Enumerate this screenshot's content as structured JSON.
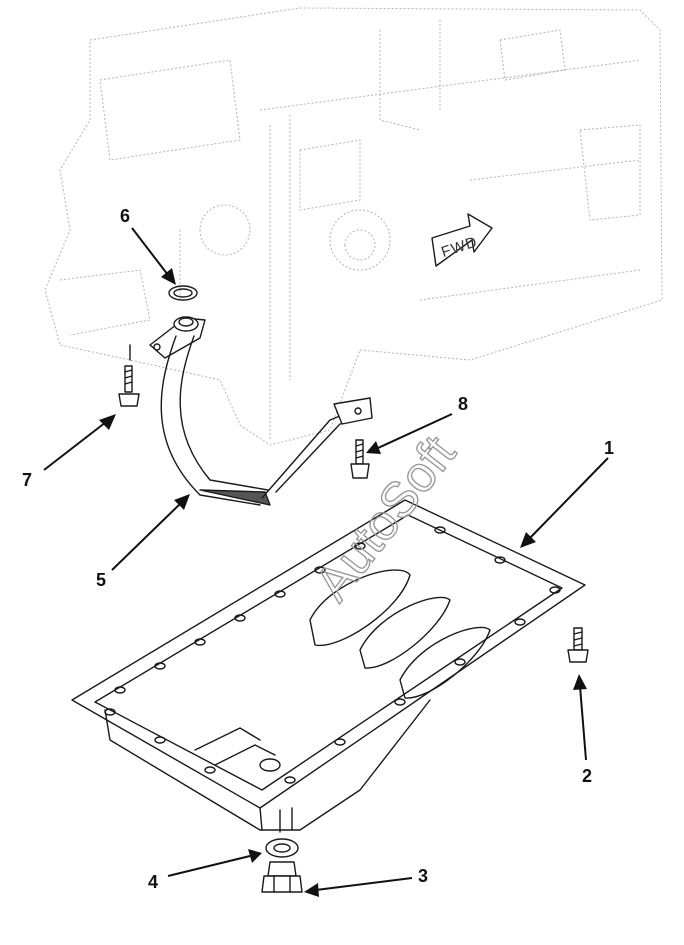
{
  "callouts": [
    {
      "id": "1",
      "text": "1"
    },
    {
      "id": "2",
      "text": "2"
    },
    {
      "id": "3",
      "text": "3"
    },
    {
      "id": "4",
      "text": "4"
    },
    {
      "id": "5",
      "text": "5"
    },
    {
      "id": "6",
      "text": "6"
    },
    {
      "id": "7",
      "text": "7"
    },
    {
      "id": "8",
      "text": "8"
    }
  ],
  "direction_label": "FWD",
  "watermark": "AutoSoft",
  "colors": {
    "line": "#1a1a1a",
    "ghost": "#b4b4b4",
    "watermark": "#9a9a9a"
  }
}
